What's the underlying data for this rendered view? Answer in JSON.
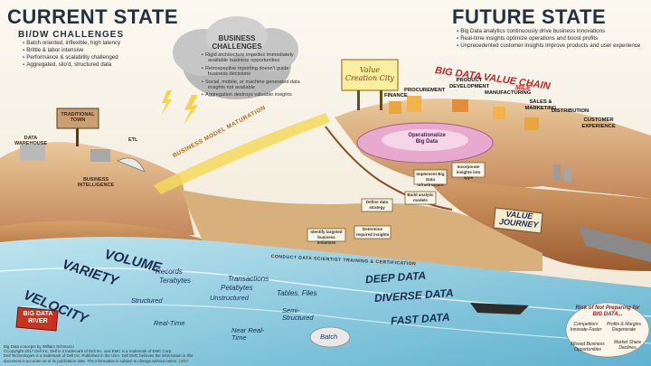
{
  "current": {
    "title": "CURRENT STATE",
    "subtitle": "BI/DW CHALLENGES",
    "bullets": [
      "Batch oriented, inflexible, high latency",
      "Brittle & labor intensive",
      "Performance & scalability challenged",
      "Aggregated, silo'd, structured data"
    ]
  },
  "future": {
    "title": "FUTURE STATE",
    "bullets": [
      "Big Data analytics continuously drive business innovations",
      "Real-time insights optimize operations and boost profits",
      "Unprecedented customer insights improve products and user experience"
    ]
  },
  "business_challenges": {
    "title": "BUSINESS CHALLENGES",
    "items": [
      "Rigid architecture impedes immediately available business opportunities",
      "Retrospective reporting doesn't guide business decisions",
      "Social, mobile, or machine generated data insights not available",
      "Aggregation destroys valuable insights"
    ]
  },
  "signs": {
    "traditional_town": "TRADITIONAL TOWN",
    "data_warehouse": "DATA WAREHOUSE",
    "etl": "ETL",
    "business_intelligence": "BUSINESS INTELLIGENCE",
    "maturation": "BUSINESS MODEL MATURATION",
    "value_creation_city": "Value Creation City",
    "value_journey": "VALUE JOURNEY",
    "big_data_river": "BIG DATA RIVER",
    "operationalize": "Operationalize Big Data",
    "academy": "CONDUCT DATA SCIENTIST TRAINING & CERTIFICATION"
  },
  "value_chain": {
    "title": "BIG DATA VALUE CHAIN",
    "subtitle": "MILE",
    "stages": [
      "FINANCE",
      "PROCUREMENT",
      "PRODUCT DEVELOPMENT",
      "MANUFACTURING",
      "SALES & MARKETING",
      "DISTRIBUTION",
      "CUSTOMER EXPERIENCE"
    ]
  },
  "journey_steps": [
    "Identify targeted business initiatives",
    "Determine required insights",
    "Define data strategy",
    "Build analytic models",
    "Implement Big Data infrastructure",
    "Incorporate insights into apps"
  ],
  "river": {
    "vvv": [
      "VELOCITY",
      "VARIETY",
      "VOLUME"
    ],
    "volume_items": [
      "Records",
      "Terabytes",
      "Transactions",
      "Petabytes",
      "Tables, Files"
    ],
    "variety_items": [
      "Structured",
      "Unstructured",
      "Semi-Structured"
    ],
    "velocity_items": [
      "Real-Time",
      "Near Real-Time",
      "Batch"
    ],
    "deep": [
      "DEEP DATA",
      "DIVERSE DATA",
      "FAST DATA"
    ]
  },
  "risk": {
    "title": "Risk of Not Preparing for BIG DATA...",
    "items": [
      "Competitors Innovate Faster",
      "Profits & Margins Degenerate",
      "Missed Business Opportunities",
      "Market Share Declines"
    ]
  },
  "footer": [
    "Big Data concepts by William Schmarzo",
    "©Copyright 2017 Dell Inc. Dell is a trademark of Dell Inc. and EMC is a trademark of EMC Corp.",
    "Dell Technologies is a trademark of Dell Inc. Published in the USA. Dell EMC believes the information in this",
    "document is accurate as of its publication date. The information is subject to change without notice. | 2/17"
  ]
}
